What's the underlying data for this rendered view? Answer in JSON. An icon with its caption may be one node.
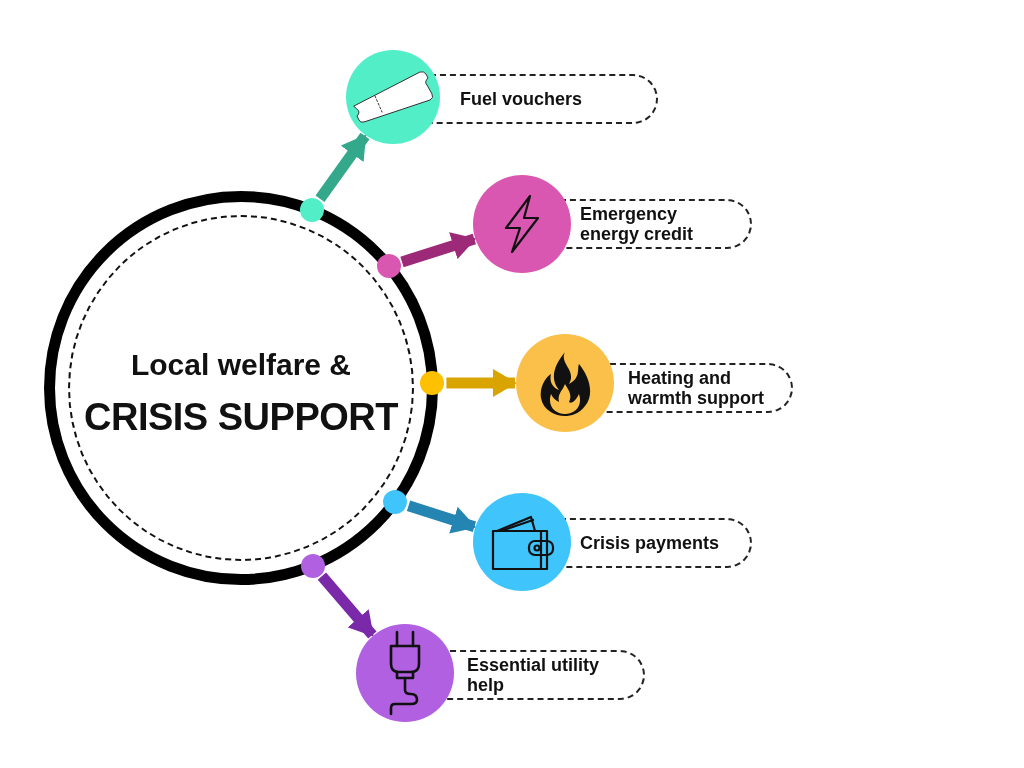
{
  "diagram": {
    "nodes": [
      {
        "text": [
          "Local welfare &",
          "CRISIS SUPPORT"
        ]
      },
      {
        "text": [
          "Fuel vouchers"
        ]
      },
      {
        "text": [
          "Emergency energy credit"
        ]
      },
      {
        "text": [
          "Heating and warmth support"
        ]
      },
      {
        "text": [
          "Crisis payments"
        ]
      },
      {
        "text": [
          "Essential utility help"
        ]
      }
    ],
    "edges": [
      {
        "from": 0,
        "to": 1,
        "arrow": "to",
        "color": "#33a88a"
      },
      {
        "from": 0,
        "to": 2,
        "arrow": "to",
        "color": "#9c2a78"
      },
      {
        "from": 0,
        "to": 3,
        "arrow": "to",
        "color": "#d9a300"
      },
      {
        "from": 0,
        "to": 4,
        "arrow": "to",
        "color": "#2585b2"
      },
      {
        "from": 0,
        "to": 5,
        "arrow": "to",
        "color": "#7a2aa8"
      }
    ]
  }
}
